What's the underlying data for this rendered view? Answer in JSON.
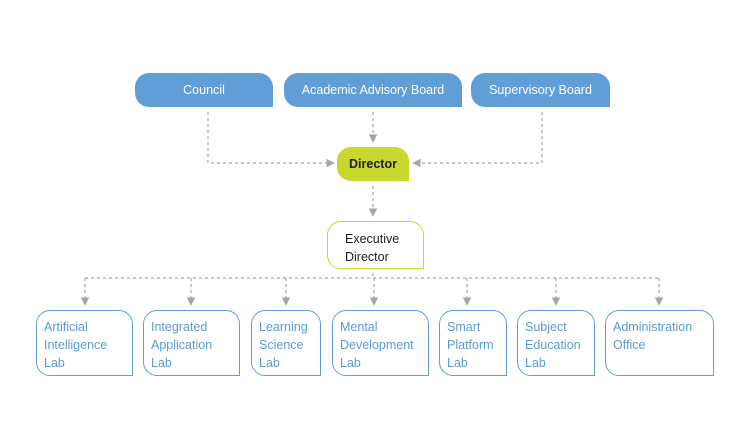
{
  "boards": [
    {
      "label": "Council"
    },
    {
      "label": "Academic Advisory Board"
    },
    {
      "label": "Supervisory Board"
    }
  ],
  "director": {
    "label": "Director"
  },
  "executive_director": {
    "lines": [
      "Executive",
      "Director"
    ]
  },
  "labs": [
    {
      "lines": [
        "Artificial",
        "Intelligence",
        "Lab"
      ]
    },
    {
      "lines": [
        "Integrated",
        "Application",
        "Lab"
      ]
    },
    {
      "lines": [
        "Learning",
        "Science",
        "Lab"
      ]
    },
    {
      "lines": [
        "Mental",
        "Development",
        "Lab"
      ]
    },
    {
      "lines": [
        "Smart",
        "Platform",
        "Lab"
      ]
    },
    {
      "lines": [
        "Subject",
        "Education",
        "Lab"
      ]
    },
    {
      "lines": [
        "Administration",
        "Office"
      ]
    }
  ],
  "colors": {
    "blue": "#619ed8",
    "green": "#c8d82f",
    "connector": "#a6a6a6"
  }
}
